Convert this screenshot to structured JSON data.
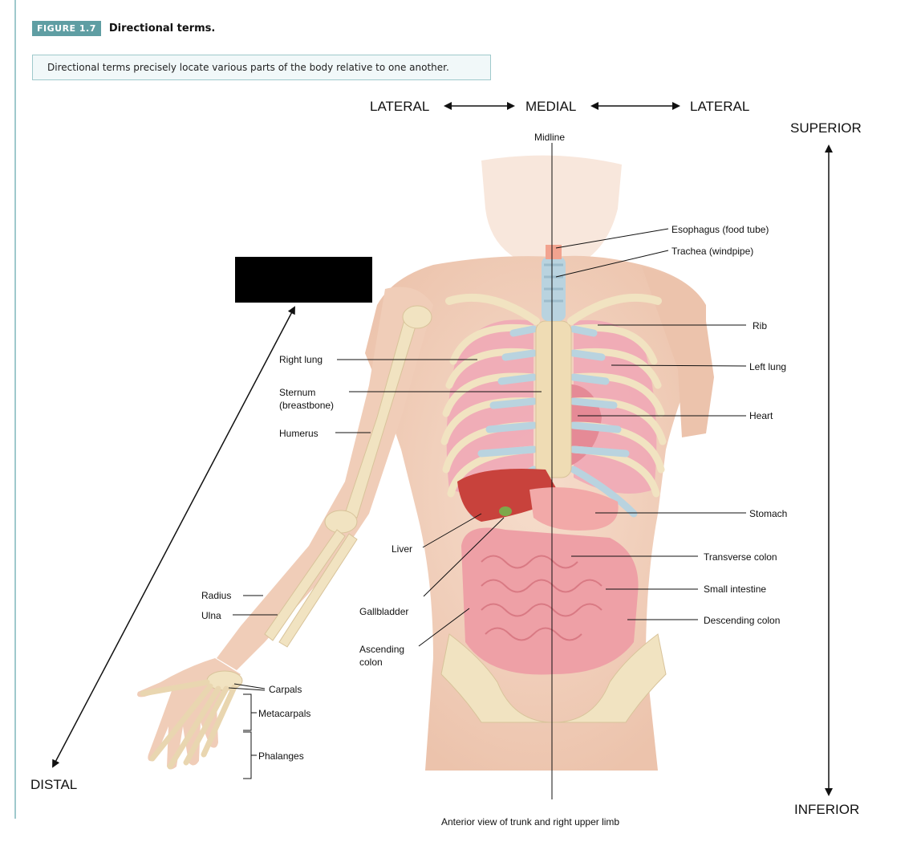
{
  "figure": {
    "badge": "FIGURE 1.7",
    "title": "Directional terms.",
    "caption": "Directional terms precisely locate various parts of the body relative to one another."
  },
  "directions": {
    "lateral_left": "LATERAL",
    "medial": "MEDIAL",
    "lateral_right": "LATERAL",
    "superior": "SUPERIOR",
    "inferior": "INFERIOR",
    "distal": "DISTAL"
  },
  "labels": {
    "midline": "Midline",
    "esophagus": "Esophagus (food tube)",
    "trachea": "Trachea (windpipe)",
    "rib": "Rib",
    "left_lung": "Left lung",
    "heart": "Heart",
    "stomach": "Stomach",
    "transverse_colon": "Transverse colon",
    "small_intestine": "Small intestine",
    "descending_colon": "Descending colon",
    "right_lung": "Right lung",
    "sternum_1": "Sternum",
    "sternum_2": "(breastbone)",
    "humerus": "Humerus",
    "liver": "Liver",
    "gallbladder": "Gallbladder",
    "ascending_colon_1": "Ascending",
    "ascending_colon_2": "colon",
    "radius": "Radius",
    "ulna": "Ulna",
    "carpals": "Carpals",
    "metacarpals": "Metacarpals",
    "phalanges": "Phalanges"
  },
  "view_caption": "Anterior view of trunk and right upper limb",
  "colors": {
    "accent": "#5f9ea3",
    "skin": "#f3d6c4",
    "bone": "#f1e3c1",
    "lung": "#f0a9b6",
    "cartilage": "#b9d3df",
    "intestine": "#eea0a6",
    "liver": "#c8423c"
  }
}
